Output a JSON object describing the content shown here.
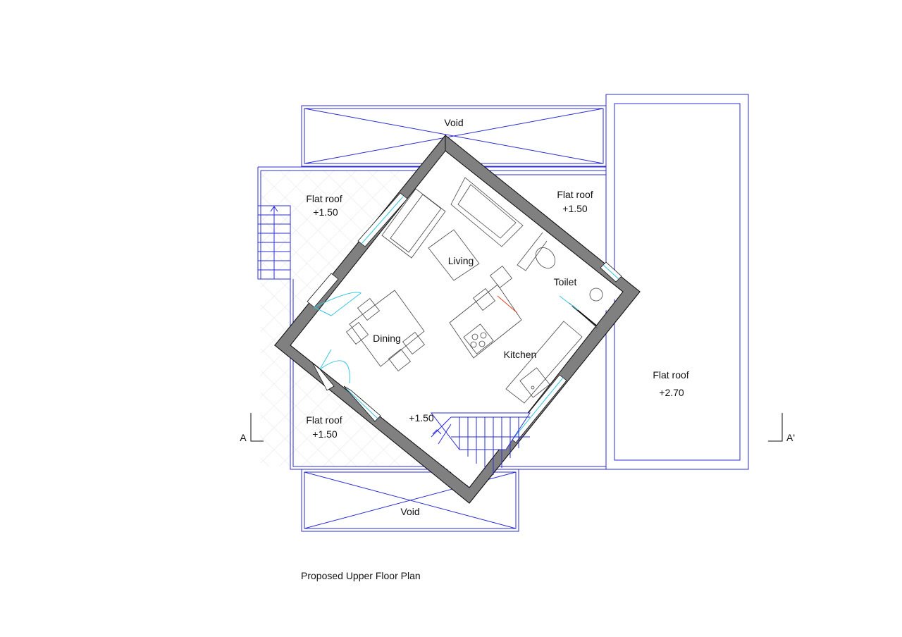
{
  "labels": {
    "void_top": "Void",
    "void_bottom": "Void",
    "flat_roof_left_top_1": "Flat roof",
    "flat_roof_left_top_2": "+1.50",
    "flat_roof_right_top_1": "Flat roof",
    "flat_roof_right_top_2": "+1.50",
    "flat_roof_left_bottom_1": "Flat roof",
    "flat_roof_left_bottom_2": "+1.50",
    "flat_roof_right_1": "Flat roof",
    "flat_roof_right_2": "+2.70",
    "living": "Living",
    "dining": "Dining",
    "kitchen": "Kitchen",
    "toilet": "Toilet",
    "stair_level": "+1.50",
    "section_a": "A",
    "section_a_prime": "A'",
    "drawing_title": "Proposed Upper Floor Plan"
  },
  "colors": {
    "outline": "#2b2bd6",
    "wall": "#808080",
    "glazing": "#35c6e0",
    "accent": "#e04020"
  }
}
